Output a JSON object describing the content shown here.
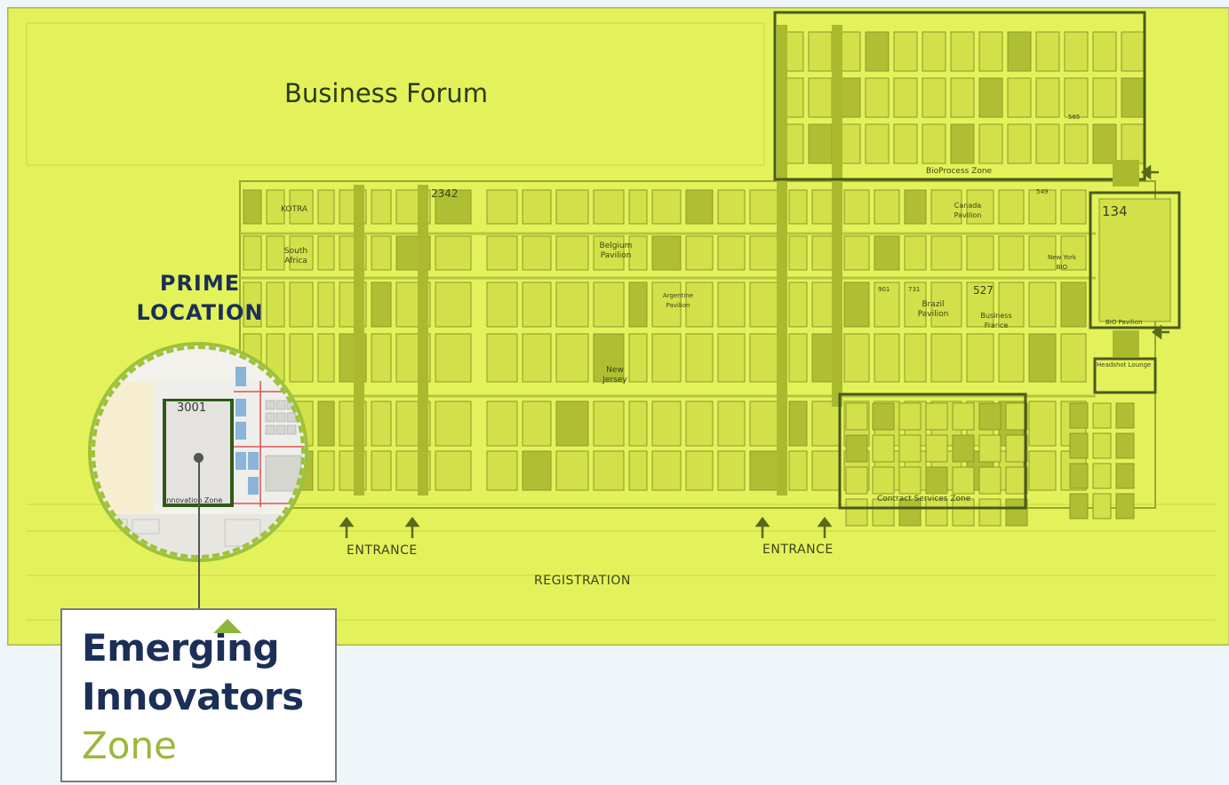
{
  "map": {
    "title": "Business Forum",
    "entrances": [
      "ENTRANCE",
      "ENTRANCE"
    ],
    "registration": "REGISTRATION",
    "booths": {
      "kotra": "KOTRA",
      "south_africa": "South Africa",
      "belgium": "Belgium Pavilion",
      "argentina": "Argentine Pavilion",
      "new_jersey": "New Jersey",
      "brazil": "Brazil Pavilion",
      "business_france": "Business France",
      "canada": "Canada Pavilion",
      "new_york": "New York BIO",
      "bio_pavilion": "BIO Pavilion",
      "headshot": "Headshot Lounge",
      "b2342": "2342",
      "b134": "134",
      "b527": "527",
      "b565": "565",
      "b549": "549",
      "b901": "901",
      "b731": "731"
    },
    "zones": {
      "bioprocess": "BioProcess Zone",
      "contract": "Contract Services Zone"
    },
    "colors": {
      "overlay": "#e3f25a",
      "booth_fill": "#d2e04a",
      "booth_stroke": "#8a9a2a",
      "zone_stroke": "#4a5a1a",
      "accent_green": "#9dc23a",
      "navy": "#1b2f57"
    }
  },
  "prime": {
    "line1": "PRIME",
    "line2": "LOCATION"
  },
  "zoom": {
    "booth_number": "3001",
    "zone_label": "Innovation Zone"
  },
  "card": {
    "line1": "Emerging",
    "line2": "Innovators",
    "line3": "Zone"
  }
}
